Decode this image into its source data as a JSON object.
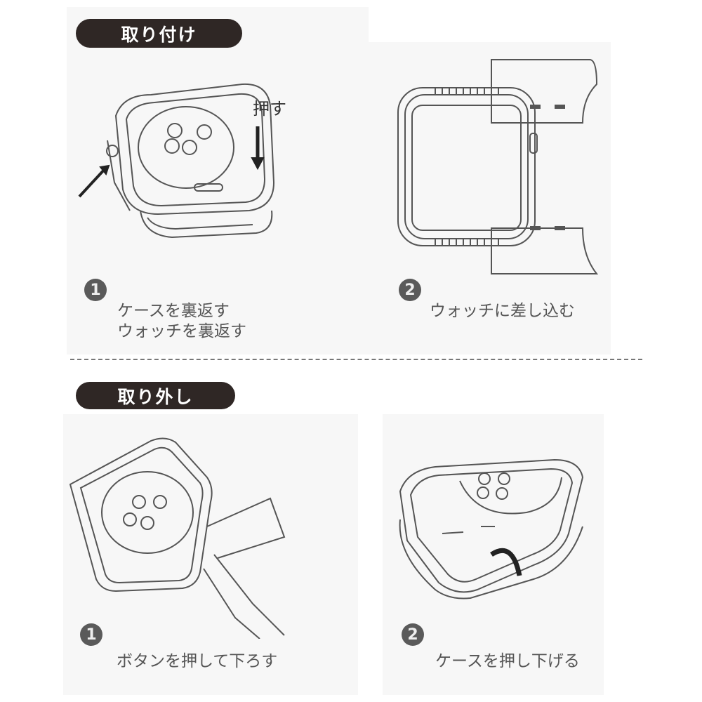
{
  "install": {
    "title": "取り付け",
    "push_label": "押す",
    "steps": [
      {
        "number": "1",
        "lines": [
          "ケースを裏返す",
          "ウォッチを裏返す"
        ]
      },
      {
        "number": "2",
        "lines": [
          "ウォッチに差し込む"
        ]
      }
    ]
  },
  "remove": {
    "title": "取り外し",
    "steps": [
      {
        "number": "1",
        "lines": [
          "ボタンを押して下ろす"
        ]
      },
      {
        "number": "2",
        "lines": [
          "ケースを押し下げる"
        ]
      }
    ]
  },
  "colors": {
    "pill": "#2f2725",
    "text": "#555555"
  }
}
